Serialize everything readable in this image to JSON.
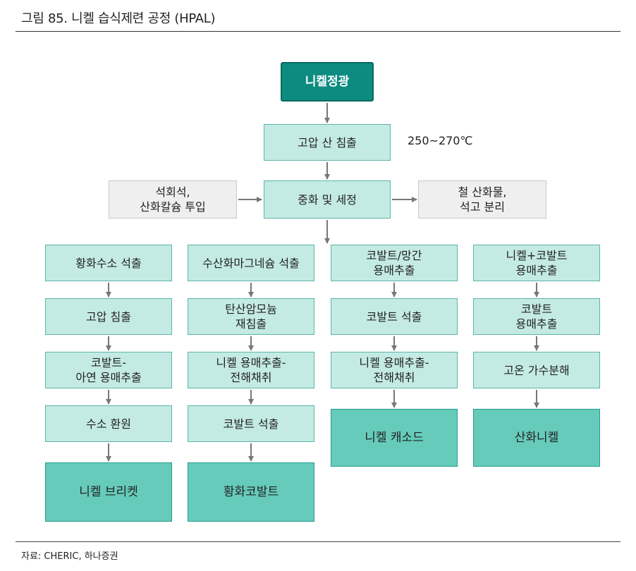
{
  "header": {
    "title": "그림 85. 니켈 습식제련 공정 (HPAL)"
  },
  "footer": {
    "source": "자료: CHERIC, 하나증권"
  },
  "colors": {
    "dark": "#0d8b81",
    "light": "#c4ebe3",
    "mid": "#66cbbb",
    "gray": "#efefef",
    "arrow": "#777777"
  },
  "diagram": {
    "ore": "니켈정광",
    "leach": "고압 산 침출",
    "temp": "250~270℃",
    "neutral": "중화 및 세정",
    "input": "석회석,\n산화칼슘 투입",
    "removal": "철 산화물,\n석고 분리",
    "col1": {
      "s1": "황화수소 석출",
      "s2": "고압 침출",
      "s3": "코발트-\n아연 용매추출",
      "s4": "수소 환원",
      "product": "니켈 브리켓"
    },
    "col2": {
      "s1": "수산화마그네슘 석출",
      "s2": "탄산암모늄\n재침출",
      "s3": "니켈 용매추출-\n전해채취",
      "s4": "코발트 석출",
      "product": "황화코발트"
    },
    "col3": {
      "s1": "코발트/망간\n용매추출",
      "s2": "코발트 석출",
      "s3": "니켈 용매추출-\n전해채취",
      "product": "니켈 캐소드"
    },
    "col4": {
      "s1": "니켈+코발트\n용매추출",
      "s2": "코발트\n용매추출",
      "s3": "고온 가수분해",
      "product": "산화니켈"
    }
  }
}
